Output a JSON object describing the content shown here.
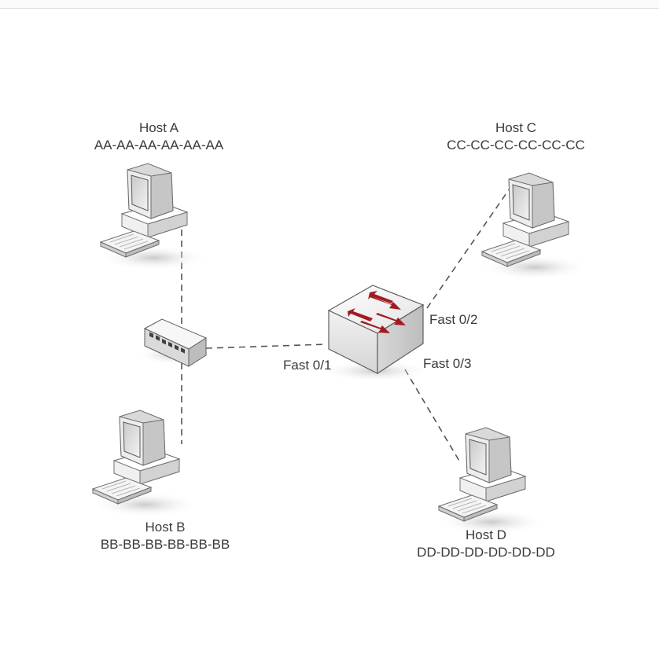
{
  "hosts": {
    "a": {
      "name": "Host A",
      "mac": "AA-AA-AA-AA-AA-AA"
    },
    "b": {
      "name": "Host B",
      "mac": "BB-BB-BB-BB-BB-BB"
    },
    "c": {
      "name": "Host C",
      "mac": "CC-CC-CC-CC-CC-CC"
    },
    "d": {
      "name": "Host D",
      "mac": "DD-DD-DD-DD-DD-DD"
    }
  },
  "ports": {
    "p1": "Fast 0/1",
    "p2": "Fast 0/2",
    "p3": "Fast 0/3"
  },
  "colors": {
    "link": "#555555",
    "switch_arrow": "#a01c22",
    "device_body": "#e6e6e6",
    "device_edge": "#6d6d6d"
  }
}
